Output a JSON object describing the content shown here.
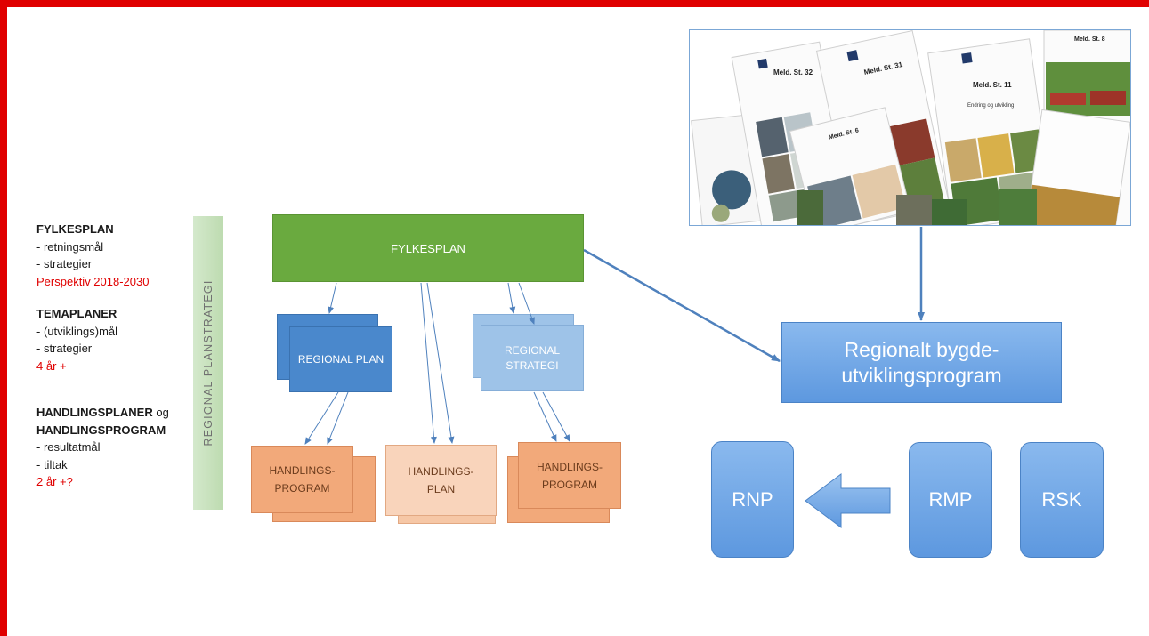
{
  "legend": {
    "fylkesplan_title": "FYLKESPLAN",
    "fylkesplan_item1": "- retningsmål",
    "fylkesplan_item2": "- strategier",
    "fylkesplan_period": "Perspektiv 2018-2030",
    "temaplaner_title": "TEMAPLANER",
    "temaplaner_item1": "- (utviklings)mål",
    "temaplaner_item2": "- strategier",
    "temaplaner_period": "4 år +",
    "handling_title_a": "HANDLINGSPLANER",
    "handling_og": " og",
    "handling_title_b": "HANDLINGSPROGRAM",
    "handling_item1": "- resultatmål",
    "handling_item2": "- tiltak",
    "handling_period": "2 år +?"
  },
  "vertical_label": "REGIONAL PLANSTRATEGI",
  "boxes": {
    "fylkesplan": "FYLKESPLAN",
    "regional_plan": "REGIONAL PLAN",
    "regional_strategi_line1": "REGIONAL",
    "regional_strategi_line2": "STRATEGI",
    "hp1_line1": "HANDLINGS-",
    "hp1_line2": "PROGRAM",
    "hp2_line1": "HANDLINGS-",
    "hp2_line2": "PLAN",
    "hp3_line1": "HANDLINGS-",
    "hp3_line2": "PROGRAM",
    "rbup_line1": "Regionalt bygde-",
    "rbup_line2": "utviklingsprogram",
    "rnp": "RNP",
    "rmp": "RMP",
    "rsk": "RSK"
  },
  "documents": {
    "doc1_title": "Meld. St. 32",
    "doc2_title": "Meld. St. 31",
    "doc3_title": "Meld. St. 11",
    "doc4_title": "Meld. St. 8",
    "doc5_title": "Meld. St. 6",
    "doc3_subtitle": "Endring og utvikling"
  },
  "colors": {
    "frame": "#e00000",
    "fylkesplan": "#6aaa3f",
    "regional_plan": "#4a88cc",
    "regional_strategi": "#9ec3e8",
    "handling": "#f2a97a",
    "program_blue": "#5d98df",
    "period_red": "#e00000",
    "arrow_blue": "#4f81bd"
  }
}
